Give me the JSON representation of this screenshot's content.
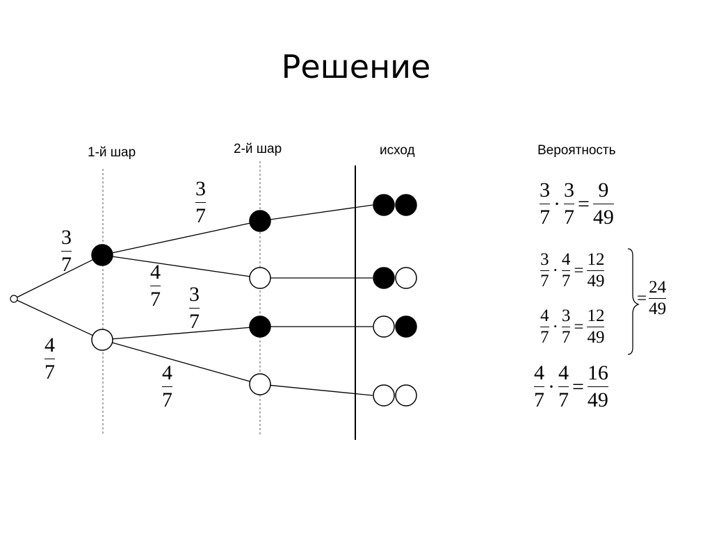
{
  "title": "Решение",
  "columns": {
    "first_ball": "1-й шар",
    "second_ball": "2-й шар",
    "outcome": "исход",
    "probability": "Вероятность"
  },
  "branches": {
    "black1": {
      "num": "3",
      "den": "7"
    },
    "white1": {
      "num": "4",
      "den": "7"
    },
    "bb": {
      "num": "3",
      "den": "7"
    },
    "bw": {
      "num": "4",
      "den": "7"
    },
    "wb": {
      "num": "3",
      "den": "7"
    },
    "ww": {
      "num": "4",
      "den": "7"
    }
  },
  "probabilities": {
    "bb": {
      "a_num": "3",
      "a_den": "7",
      "b_num": "3",
      "b_den": "7",
      "r_num": "9",
      "r_den": "49"
    },
    "bw": {
      "a_num": "3",
      "a_den": "7",
      "b_num": "4",
      "b_den": "7",
      "r_num": "12",
      "r_den": "49"
    },
    "wb": {
      "a_num": "4",
      "a_den": "7",
      "b_num": "3",
      "b_den": "7",
      "r_num": "12",
      "r_den": "49"
    },
    "ww": {
      "a_num": "4",
      "a_den": "7",
      "b_num": "4",
      "b_den": "7",
      "r_num": "16",
      "r_den": "49"
    },
    "mixed_total": {
      "num": "24",
      "den": "49"
    }
  },
  "symbols": {
    "dot": "·",
    "equals": "="
  },
  "colors": {
    "black_ball": "#000000",
    "white_ball": "#ffffff",
    "line": "#000000"
  }
}
